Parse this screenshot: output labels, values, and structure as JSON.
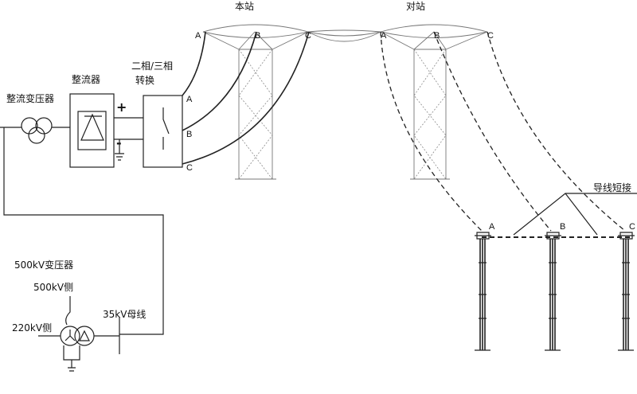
{
  "labels": {
    "local_station": "本站",
    "remote_station": "对站",
    "rectifier_transformer": "整流变压器",
    "rectifier": "整流器",
    "two_three_phase_line1": "二相/三相",
    "two_three_phase_line2": "转换",
    "transformer_500kv": "500kV变压器",
    "side_500kv": "500kV侧",
    "side_220kv": "220kV侧",
    "bus_35kv": "35kV母线",
    "conductor_short": "导线短接",
    "plus": "+",
    "minus": "-"
  },
  "phases": {
    "a": "A",
    "b": "B",
    "c": "C"
  }
}
